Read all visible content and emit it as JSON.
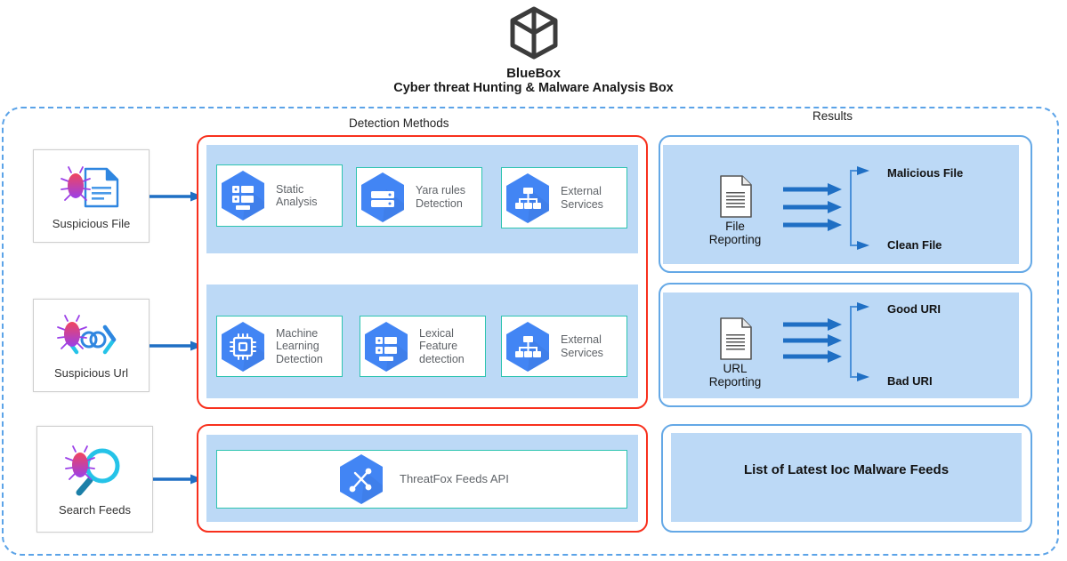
{
  "header": {
    "logo_icon": "cube-icon",
    "title": "BlueBox",
    "subtitle": "Cyber threat Hunting & Malware Analysis Box"
  },
  "colors": {
    "accent_blue": "#4285f4",
    "arrow_blue": "#1f6fc4",
    "band_blue": "#bcd9f6",
    "box_border_blue": "#64a8e6",
    "dashed_border": "#5ba3e8",
    "group_red": "#f8301d",
    "card_teal": "#2ec4b0",
    "bug_pink": "#e8356d",
    "bug_purple": "#9b3fe8",
    "cyan": "#25c3e8"
  },
  "columns": {
    "detection_caption": "Detection Methods",
    "results_caption": "Results"
  },
  "inputs": [
    {
      "label": "Suspicious File",
      "icon": "bug-document-icon"
    },
    {
      "label": "Suspicious Url",
      "icon": "bug-link-icon"
    },
    {
      "label": "Search Feeds",
      "icon": "bug-magnifier-icon"
    }
  ],
  "detection": {
    "rows": [
      {
        "cards": [
          {
            "label": "Static\nAnalysis",
            "line1": "Static",
            "line2": "Analysis",
            "line3": "",
            "icon": "server-list-hexagon-icon"
          },
          {
            "label": "Yara rules\nDetection",
            "line1": "Yara rules",
            "line2": "Detection",
            "line3": "",
            "icon": "database-hexagon-icon"
          },
          {
            "label": "External\nServices",
            "line1": "External",
            "line2": "Services",
            "line3": "",
            "icon": "org-chart-hexagon-icon"
          }
        ]
      },
      {
        "cards": [
          {
            "label": "Machine Learning Detection",
            "line1": "Machine",
            "line2": "Learning",
            "line3": "Detection",
            "icon": "cpu-chip-hexagon-icon"
          },
          {
            "label": "Lexical Feature detection",
            "line1": "Lexical",
            "line2": "Feature",
            "line3": "detection",
            "icon": "server-list-hexagon-icon"
          },
          {
            "label": "External Services",
            "line1": "External",
            "line2": "Services",
            "line3": "",
            "icon": "org-chart-hexagon-icon"
          }
        ]
      }
    ],
    "feeds_card": {
      "label": "ThreatFox Feeds API",
      "icon": "branch-network-hexagon-icon"
    }
  },
  "results": {
    "file_report": {
      "label": "File Reporting",
      "icon": "document-icon",
      "outcomes": [
        "Malicious File",
        "Clean File"
      ]
    },
    "url_report": {
      "label": "URL Reporting",
      "icon": "document-icon",
      "outcomes": [
        "Good URI",
        "Bad URI"
      ]
    },
    "ioc_feeds": {
      "title": "List of Latest Ioc Malware Feeds"
    }
  }
}
